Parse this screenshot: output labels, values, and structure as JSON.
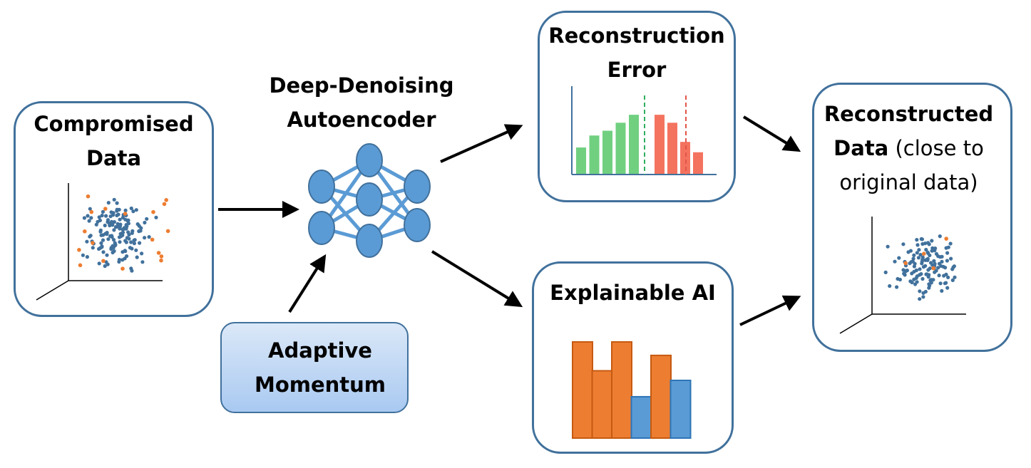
{
  "nodes": {
    "compromised": {
      "title_line1": "Compromised",
      "title_line2": "Data"
    },
    "autoencoder": {
      "title_line1": "Deep-Denoising",
      "title_line2": "Autoencoder",
      "icon": "neural-network-icon"
    },
    "adaptive": {
      "title_line1": "Adaptive",
      "title_line2": "Momentum"
    },
    "reconstruction_error": {
      "title_line1": "Reconstruction",
      "title_line2": "Error"
    },
    "explainable_ai": {
      "title": "Explainable AI"
    },
    "reconstructed": {
      "title_bold_line1": "Reconstructed",
      "title_bold_word": "Data",
      "title_rest_line2": " (close to",
      "title_line3": "original data)"
    }
  },
  "colors": {
    "box_border": "#41719c",
    "node_fill": "#5b9bd5",
    "node_stroke": "#41719c",
    "edge": "#5b9bd5",
    "arrow": "#000000",
    "scatter_blue": "#41719c",
    "scatter_orange": "#ed7d31",
    "bar_green": "#70d080",
    "bar_red": "#f4735f",
    "threshold_green": "#2fae60",
    "threshold_red": "#e2564a",
    "xai_orange": "#ed7d31",
    "xai_blue": "#5b9bd5"
  },
  "reconstruction_error_chart": {
    "green_bars": [
      0.33,
      0.48,
      0.54,
      0.64,
      0.74
    ],
    "red_bars": [
      0.74,
      0.64,
      0.4,
      0.27
    ],
    "green_threshold_visible": true,
    "red_threshold_visible": true
  },
  "explainable_ai_chart": {
    "bars": [
      {
        "value": 1.0,
        "color": "orange"
      },
      {
        "value": 0.7,
        "color": "orange"
      },
      {
        "value": 1.0,
        "color": "orange"
      },
      {
        "value": 0.43,
        "color": "blue"
      },
      {
        "value": 0.86,
        "color": "orange"
      },
      {
        "value": 0.6,
        "color": "blue"
      }
    ]
  },
  "compromised_scatter": {
    "points_blue": 150,
    "points_orange": 18
  },
  "reconstructed_scatter": {
    "points_blue": 130,
    "points_orange": 4
  }
}
